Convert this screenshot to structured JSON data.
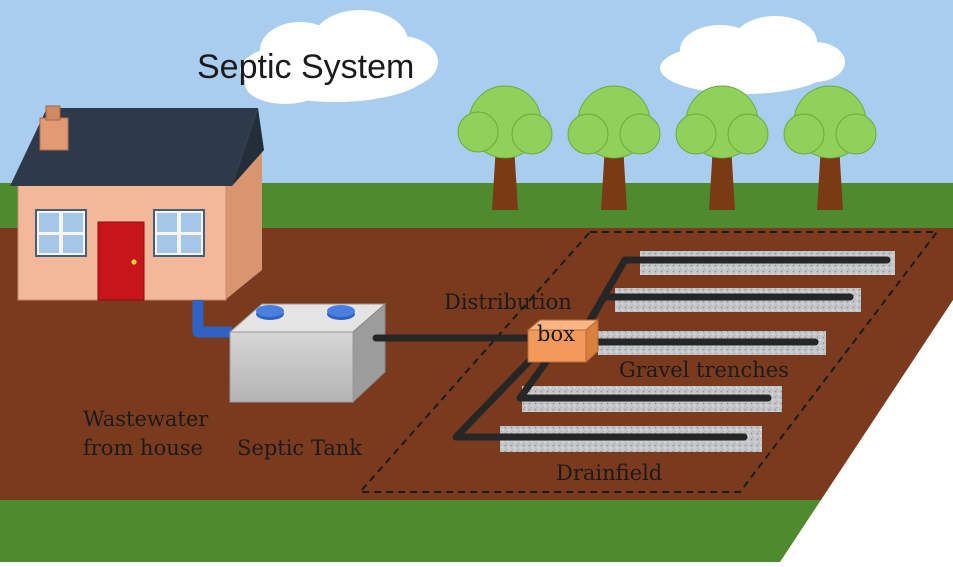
{
  "diagram": {
    "title": "Septic System",
    "labels": {
      "distribution_box_line1": "Distribution",
      "distribution_box_line2": "box",
      "gravel_trenches": "Gravel trenches",
      "wastewater_line1": "Wastewater",
      "wastewater_line2": "from house",
      "septic_tank": "Septic Tank",
      "drainfield": "Drainfield"
    },
    "colors": {
      "sky": "#a9cdef",
      "grass": "#4e8a2e",
      "soil": "#7a3a1e",
      "house_wall": "#f2b89a",
      "roof": "#2e3a4a",
      "door": "#c8151b",
      "tank": "#c8c8c8",
      "pipe": "#262626",
      "house_pipe": "#2f62c2",
      "distribution_box": "#f39a5a",
      "gravel": "#b9bcc0",
      "tree_foliage": "#8fd15a",
      "tree_trunk": "#7a3a14"
    },
    "trench_count": 5,
    "tree_count": 4
  }
}
